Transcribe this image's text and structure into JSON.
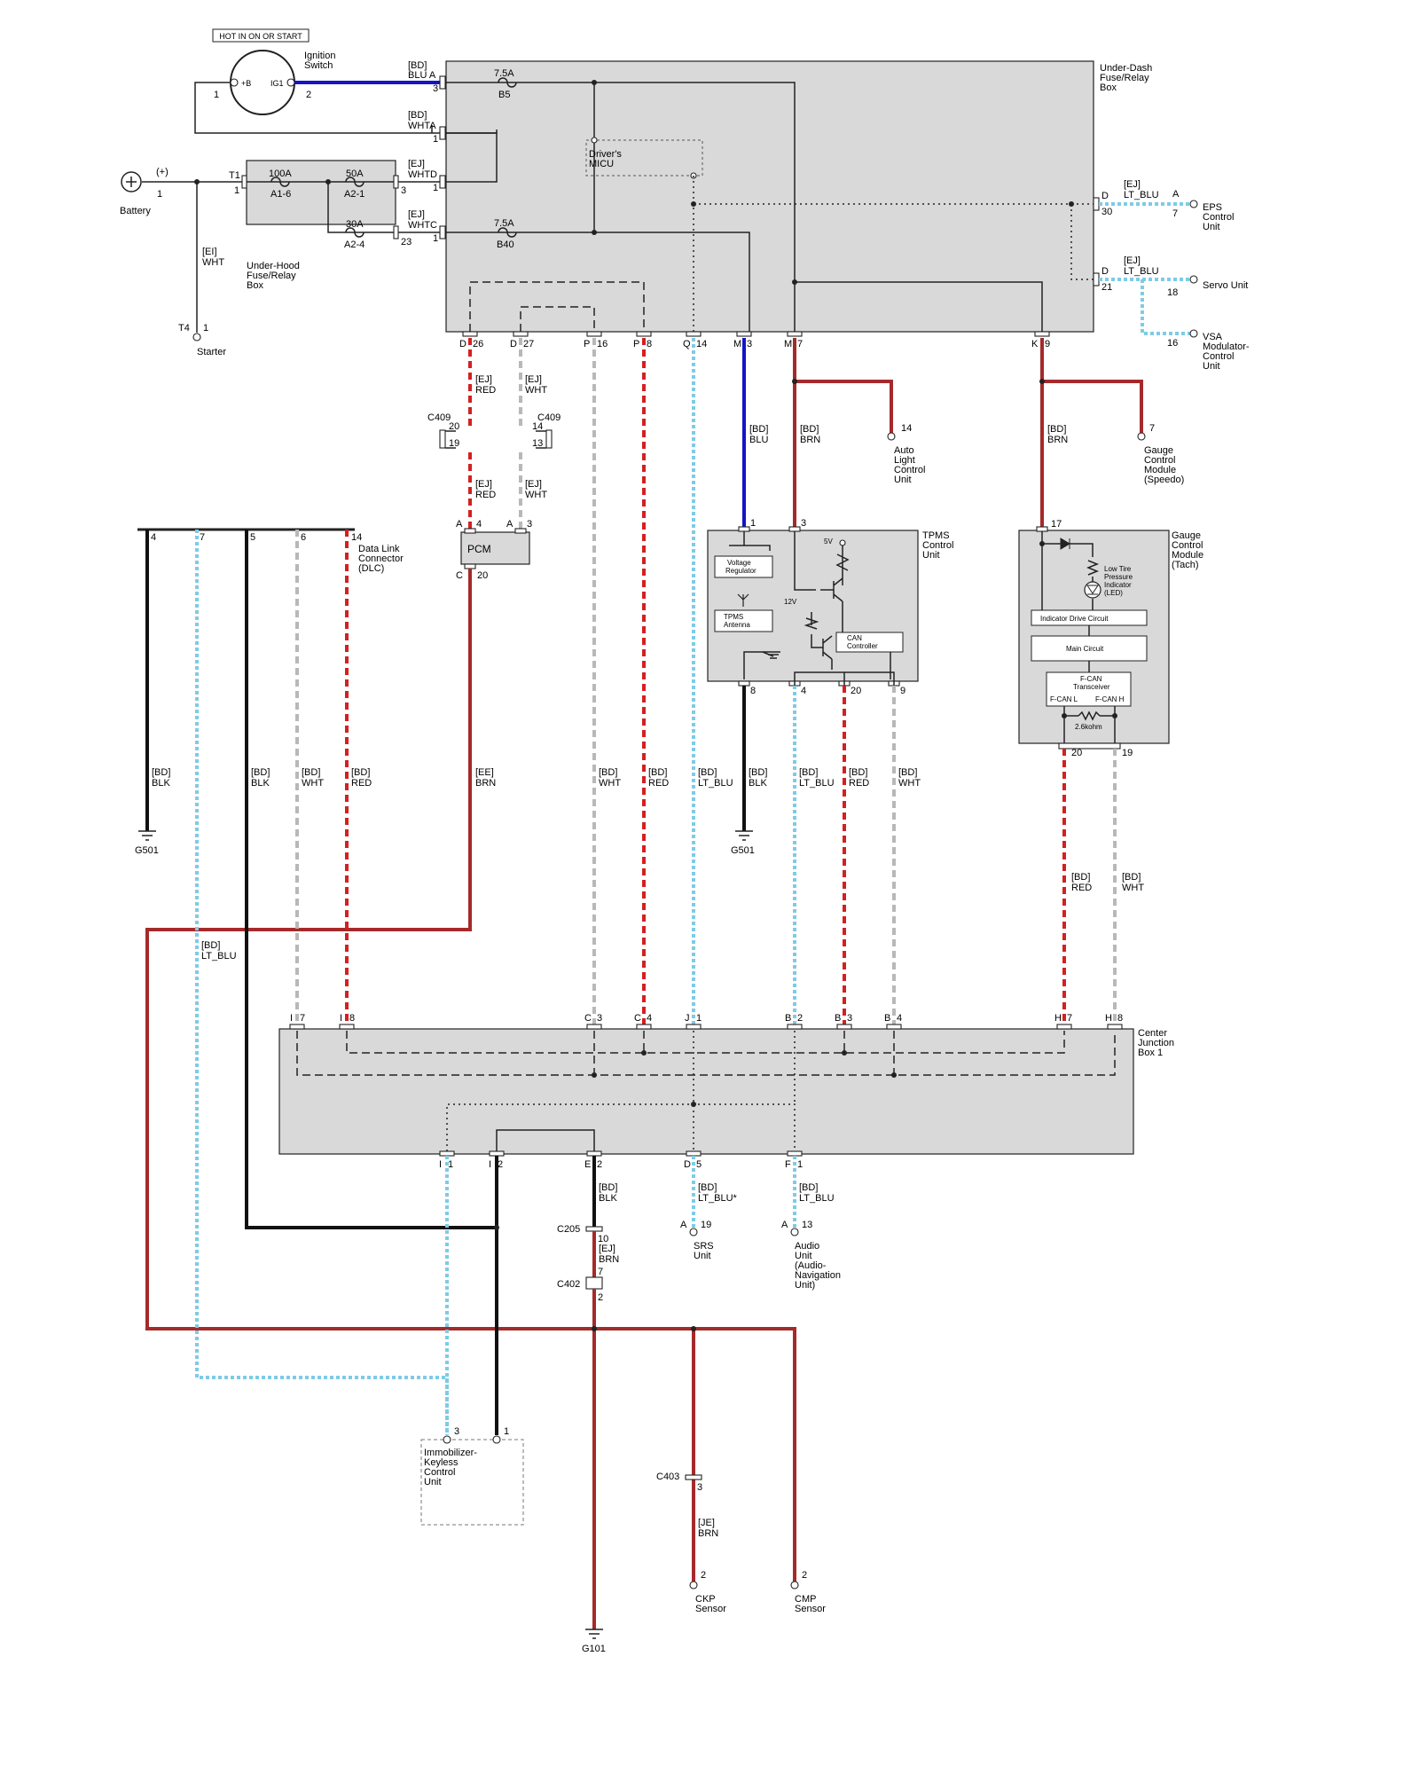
{
  "colors": {
    "BLK": "#111111",
    "BRN": "#a52a2a",
    "RED": "#d42020",
    "BLU": "#1414c8",
    "LT_BLU": "#7ecbe6",
    "WHT": "#b8b8b8",
    "box_fill": "#d9d9d9"
  },
  "top_labels": {
    "hot_box": "HOT IN ON OR START",
    "ign_title_1": "Ignition",
    "ign_title_2": "Switch",
    "ign_b": "+B",
    "ign_ig1": "IG1",
    "ign_pin1": "1",
    "ign_pin2": "2",
    "battery": "Battery",
    "bat_plus": "(+)",
    "bat_pin": "1",
    "starter": "Starter",
    "t4": "T4",
    "t4_pin": "1",
    "t1": "T1",
    "t1_pin": "1",
    "ei_wht_1": "[EI]",
    "ei_wht_2": "WHT",
    "uh_box_1": "Under-Hood",
    "uh_box_2": "Fuse/Relay",
    "uh_box_3": "Box",
    "fuse_a16_amp": "100A",
    "fuse_a16_id": "A1-6",
    "fuse_a21_amp": "50A",
    "fuse_a21_id": "A2-1",
    "fuse_a24_amp": "30A",
    "fuse_a24_id": "A2-4",
    "uh_pin3": "3",
    "uh_pin23": "23",
    "ud_box_1": "Under-Dash",
    "ud_box_2": "Fuse/Relay",
    "ud_box_3": "Box",
    "fuse_b5_amp": "7.5A",
    "fuse_b5_id": "B5",
    "fuse_b40_amp": "7.5A",
    "fuse_b40_id": "B40",
    "micu_1": "Driver's",
    "micu_2": "MICU",
    "bd_blu_a_1": "[BD]",
    "bd_blu_a_2": "BLU A",
    "bd_blu_a_pin": "3",
    "bd_wht_a_1": "[BD]",
    "bd_wht_a_2": "WHTA",
    "bd_wht_a_pin": "1",
    "ej_whtd_1": "[EJ]",
    "ej_whtd_2": "WHTD",
    "ej_whtd_pin": "1",
    "ej_whtc_1": "[EJ]",
    "ej_whtc_2": "WHTC",
    "ej_whtc_pin": "1",
    "d30_d": "D",
    "d30_pin": "30",
    "d21_d": "D",
    "d21_pin": "21",
    "eps_wire_1": "[EJ]",
    "eps_wire_2": "LT_BLU",
    "eps_a": "A",
    "eps_pin": "7",
    "eps_1": "EPS",
    "eps_2": "Control",
    "eps_3": "Unit",
    "servo_wire_1": "[EJ]",
    "servo_wire_2": "LT_BLU",
    "servo_pin": "18",
    "servo": "Servo Unit",
    "vsa_pin": "16",
    "vsa_1": "VSA",
    "vsa_2": "Modulator-",
    "vsa_3": "Control",
    "vsa_4": "Unit"
  },
  "ud_pins": [
    {
      "letter": "D",
      "num": "26"
    },
    {
      "letter": "D",
      "num": "27"
    },
    {
      "letter": "P",
      "num": "16"
    },
    {
      "letter": "P",
      "num": "8"
    },
    {
      "letter": "Q",
      "num": "14"
    },
    {
      "letter": "M",
      "num": "3"
    },
    {
      "letter": "M",
      "num": "7"
    },
    {
      "letter": "K",
      "num": "9"
    }
  ],
  "mid_labels": {
    "ej_red_1": "[EJ]",
    "ej_red_2": "RED",
    "ej_wht_1": "[EJ]",
    "ej_wht_2": "WHT",
    "c409_l": "C409",
    "c409_l_20": "20",
    "c409_l_19": "19",
    "c409_r": "C409",
    "c409_r_14": "14",
    "c409_r_13": "13",
    "ej_red_b_1": "[EJ]",
    "ej_red_b_2": "RED",
    "ej_wht_b_1": "[EJ]",
    "ej_wht_b_2": "WHT",
    "pcm": "PCM",
    "pcm_a4": "A",
    "pcm_4": "4",
    "pcm_a3": "A",
    "pcm_3": "3",
    "pcm_c": "C",
    "pcm_20": "20",
    "bd_blu_1": "[BD]",
    "bd_blu_2": "BLU",
    "bd_brn_1": "[BD]",
    "bd_brn_2": "BRN",
    "alc_pin": "14",
    "alc_1": "Auto",
    "alc_2": "Light",
    "alc_3": "Control",
    "alc_4": "Unit",
    "bd_brn_k_1": "[BD]",
    "bd_brn_k_2": "BRN",
    "gauge_sp_pin": "7",
    "gauge_sp_1": "Gauge",
    "gauge_sp_2": "Control",
    "gauge_sp_3": "Module",
    "gauge_sp_4": "(Speedo)"
  },
  "dlc": {
    "title_1": "Data Link",
    "title_2": "Connector",
    "title_3": "(DLC)",
    "pins": [
      "4",
      "7",
      "5",
      "6",
      "14"
    ]
  },
  "tpms": {
    "title_1": "TPMS",
    "title_2": "Control",
    "title_3": "Unit",
    "pin1": "1",
    "pin3": "3",
    "vreg_1": "Voltage",
    "vreg_2": "Regulator",
    "ant_1": "TPMS",
    "ant_2": "Antenna",
    "can_1": "CAN",
    "can_2": "Controller",
    "v5": "5V",
    "v12": "12V",
    "pins_bottom": [
      "8",
      "4",
      "20",
      "9"
    ]
  },
  "gauge": {
    "title_1": "Gauge",
    "title_2": "Control",
    "title_3": "Module",
    "title_4": "(Tach)",
    "pin17": "17",
    "led_1": "Low Tire",
    "led_2": "Pressure",
    "led_3": "Indicator",
    "led_4": "(LED)",
    "drive": "Indicator Drive Circuit",
    "main": "Main Circuit",
    "fcan_1": "F-CAN",
    "fcan_2": "Transceiver",
    "fcan_l": "F-CAN L",
    "fcan_h": "F-CAN H",
    "res": "2.6kohm",
    "pin20": "20",
    "pin19": "19"
  },
  "wire_labels": [
    {
      "a": "[BD]",
      "b": "BLK"
    },
    {
      "a": "[BD]",
      "b": "BLK"
    },
    {
      "a": "[BD]",
      "b": "WHT"
    },
    {
      "a": "[BD]",
      "b": "RED"
    },
    {
      "a": "[EE]",
      "b": "BRN"
    },
    {
      "a": "[BD]",
      "b": "WHT"
    },
    {
      "a": "[BD]",
      "b": "RED"
    },
    {
      "a": "[BD]",
      "b": "LT_BLU"
    },
    {
      "a": "[BD]",
      "b": "BLK"
    },
    {
      "a": "[BD]",
      "b": "LT_BLU"
    },
    {
      "a": "[BD]",
      "b": "RED"
    },
    {
      "a": "[BD]",
      "b": "WHT"
    },
    {
      "a": "[BD]",
      "b": "RED"
    },
    {
      "a": "[BD]",
      "b": "WHT"
    },
    {
      "a": "[BD]",
      "b": "LT_BLU"
    }
  ],
  "grounds": {
    "g501_left": "G501",
    "g501_tpms": "G501",
    "g101": "G101"
  },
  "cjb": {
    "title_1": "Center",
    "title_2": "Junction",
    "title_3": "Box 1",
    "top_pins": [
      {
        "letter": "I",
        "num": "7"
      },
      {
        "letter": "I",
        "num": "8"
      },
      {
        "letter": "C",
        "num": "3"
      },
      {
        "letter": "C",
        "num": "4"
      },
      {
        "letter": "J",
        "num": "1"
      },
      {
        "letter": "B",
        "num": "2"
      },
      {
        "letter": "B",
        "num": "3"
      },
      {
        "letter": "B",
        "num": "4"
      },
      {
        "letter": "H",
        "num": "7"
      },
      {
        "letter": "H",
        "num": "8"
      }
    ],
    "bottom_pins": [
      {
        "letter": "I",
        "num": "1"
      },
      {
        "letter": "I",
        "num": "2"
      },
      {
        "letter": "E",
        "num": "2"
      },
      {
        "letter": "D",
        "num": "5"
      },
      {
        "letter": "F",
        "num": "1"
      }
    ]
  },
  "lower": {
    "bd_blk_1": "[BD]",
    "bd_blk_2": "BLK",
    "c205": "C205",
    "c205_pin": "10",
    "ej_brn_1": "[EJ]",
    "ej_brn_2": "BRN",
    "c402": "C402",
    "c402_pin7": "7",
    "c402_pin2": "2",
    "srs_wire_1": "[BD]",
    "srs_wire_2": "LT_BLU*",
    "srs_a": "A",
    "srs_pin": "19",
    "srs_1": "SRS",
    "srs_2": "Unit",
    "audio_wire_1": "[BD]",
    "audio_wire_2": "LT_BLU",
    "audio_a": "A",
    "audio_pin": "13",
    "audio_1": "Audio",
    "audio_2": "Unit",
    "audio_3": "(Audio-",
    "audio_4": "Navigation",
    "audio_5": "Unit)",
    "immo_pin3": "3",
    "immo_pin1": "1",
    "immo_1": "Immobilizer-",
    "immo_2": "Keyless",
    "immo_3": "Control",
    "immo_4": "Unit",
    "c403": "C403",
    "c403_pin": "3",
    "je_brn_1": "[JE]",
    "je_brn_2": "BRN",
    "ckp_pin": "2",
    "ckp_1": "CKP",
    "ckp_2": "Sensor",
    "cmp_pin": "2",
    "cmp_1": "CMP",
    "cmp_2": "Sensor"
  }
}
